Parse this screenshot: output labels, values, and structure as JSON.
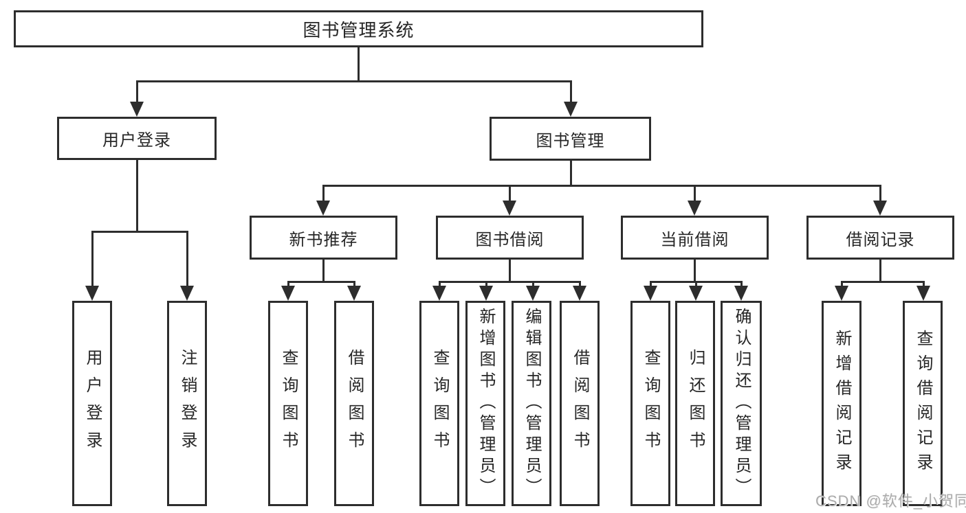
{
  "diagram": {
    "root": "图书管理系统",
    "branches": {
      "user": "用户登录",
      "books": "图书管理"
    },
    "modules": [
      "新书推荐",
      "图书借阅",
      "当前借阅",
      "借阅记录"
    ],
    "leaves": {
      "user": [
        "用户登录",
        "注销登录"
      ],
      "recommend": [
        "查询图书",
        "借阅图书"
      ],
      "borrow": [
        "查询图书",
        "新增图书（管理员）",
        "编辑图书（管理员）",
        "借阅图书"
      ],
      "current": [
        "查询图书",
        "归还图书",
        "确认归还（管理员）"
      ],
      "records": [
        "新增借阅记录",
        "查询借阅记录"
      ]
    }
  },
  "watermark": "CSDN @软件_小贺同学",
  "colors": {
    "line": "#2d2d2d",
    "text": "#262626",
    "watermark": "#ababab"
  }
}
